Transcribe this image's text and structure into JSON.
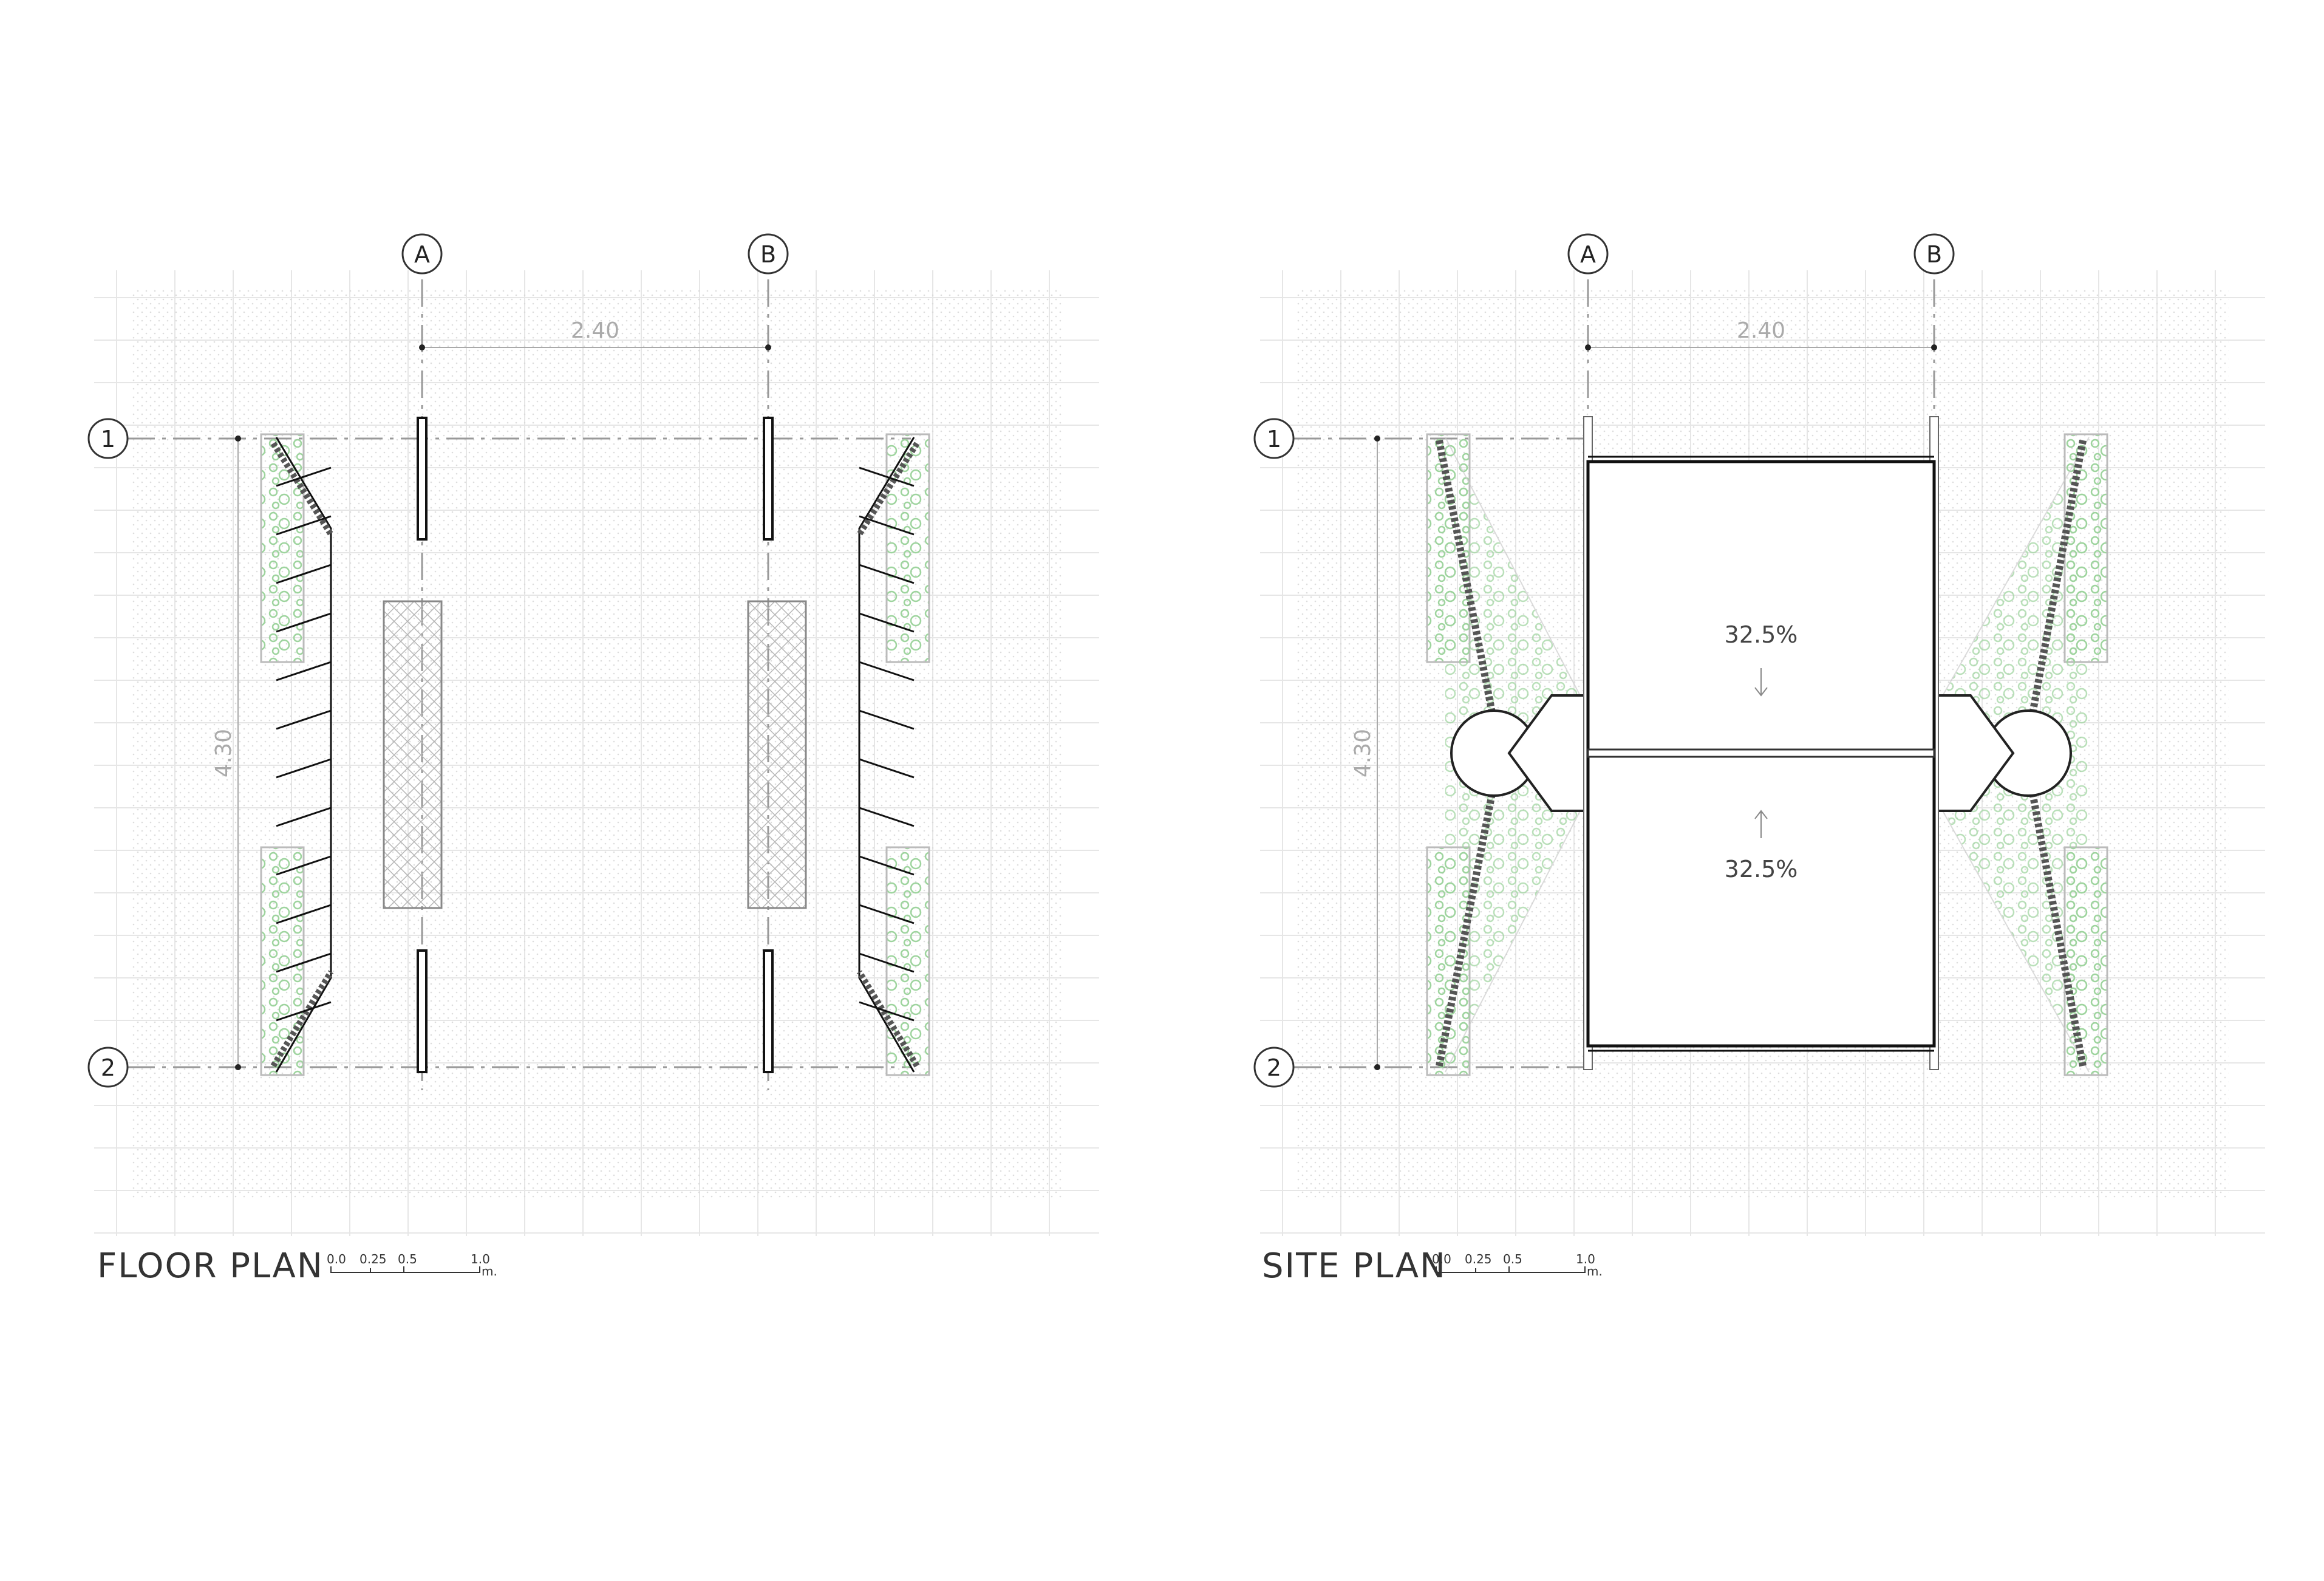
{
  "drawings": [
    {
      "title": "FLOOR PLAN",
      "grid": {
        "col_a": "A",
        "col_b": "B",
        "row_1": "1",
        "row_2": "2"
      },
      "dims": {
        "width": "2.40",
        "depth": "4.30"
      },
      "scale": {
        "t0": "0.0",
        "t1": "0.25",
        "t2": "0.5",
        "t3": "1.0",
        "unit": "m."
      }
    },
    {
      "title": "SITE PLAN",
      "grid": {
        "col_a": "A",
        "col_b": "B",
        "row_1": "1",
        "row_2": "2"
      },
      "dims": {
        "width": "2.40",
        "depth": "4.30"
      },
      "scale": {
        "t0": "0.0",
        "t1": "0.25",
        "t2": "0.5",
        "t3": "1.0",
        "unit": "m."
      },
      "roof": {
        "slope_top": "32.5%",
        "slope_bottom": "32.5%"
      }
    }
  ],
  "colors": {
    "line": "#222222",
    "grid": "#d6d6d6",
    "dots": "#cfcfcf",
    "plant": "#9ed49e",
    "dim": "#aaaaaa"
  }
}
